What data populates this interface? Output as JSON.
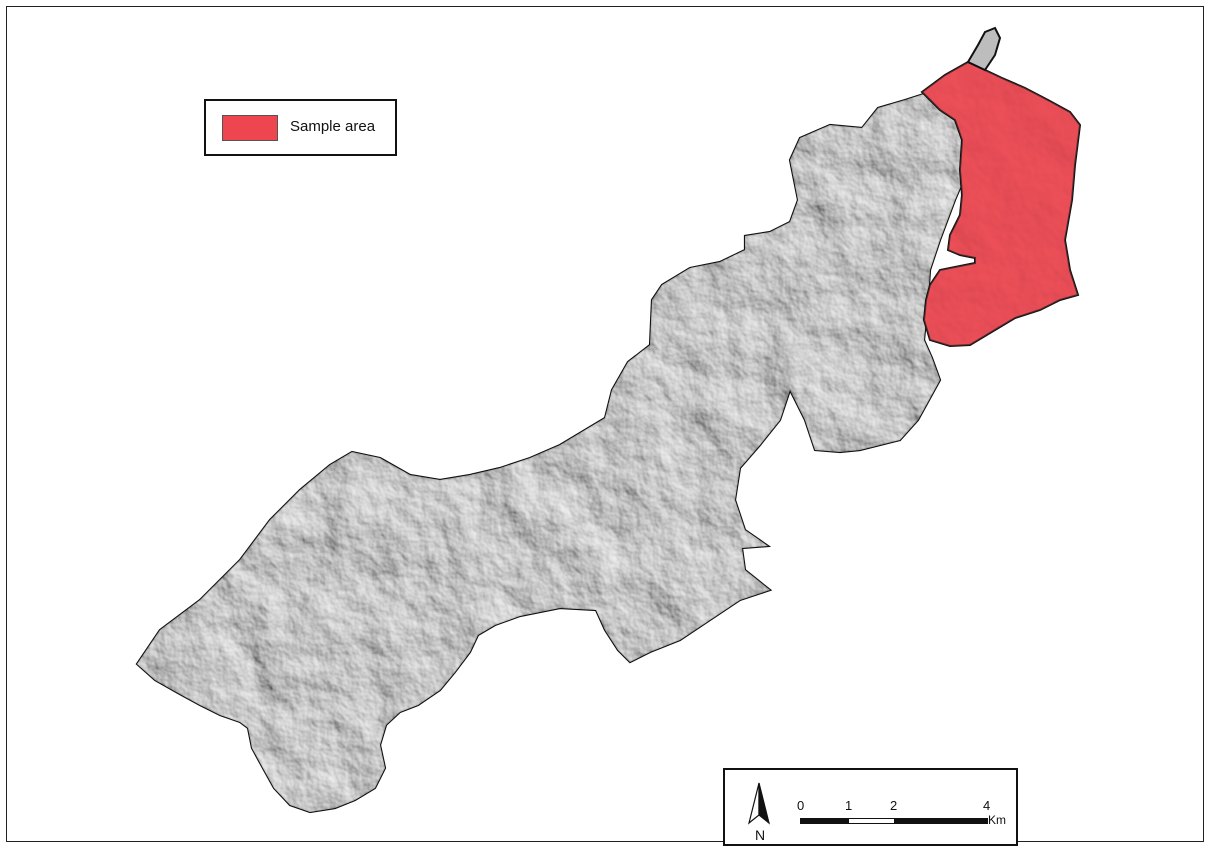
{
  "map": {
    "legend": {
      "label": "Sample area",
      "color": "#ee4650"
    },
    "north_arrow": {
      "label": "N"
    },
    "scale_bar": {
      "ticks": [
        "0",
        "1",
        "2",
        "4"
      ],
      "unit": "Km"
    },
    "colors": {
      "terrain": "#bdbdbd",
      "terrain_dark": "#5a5a5a",
      "outline": "#111111",
      "sample": "#ee4650"
    }
  }
}
